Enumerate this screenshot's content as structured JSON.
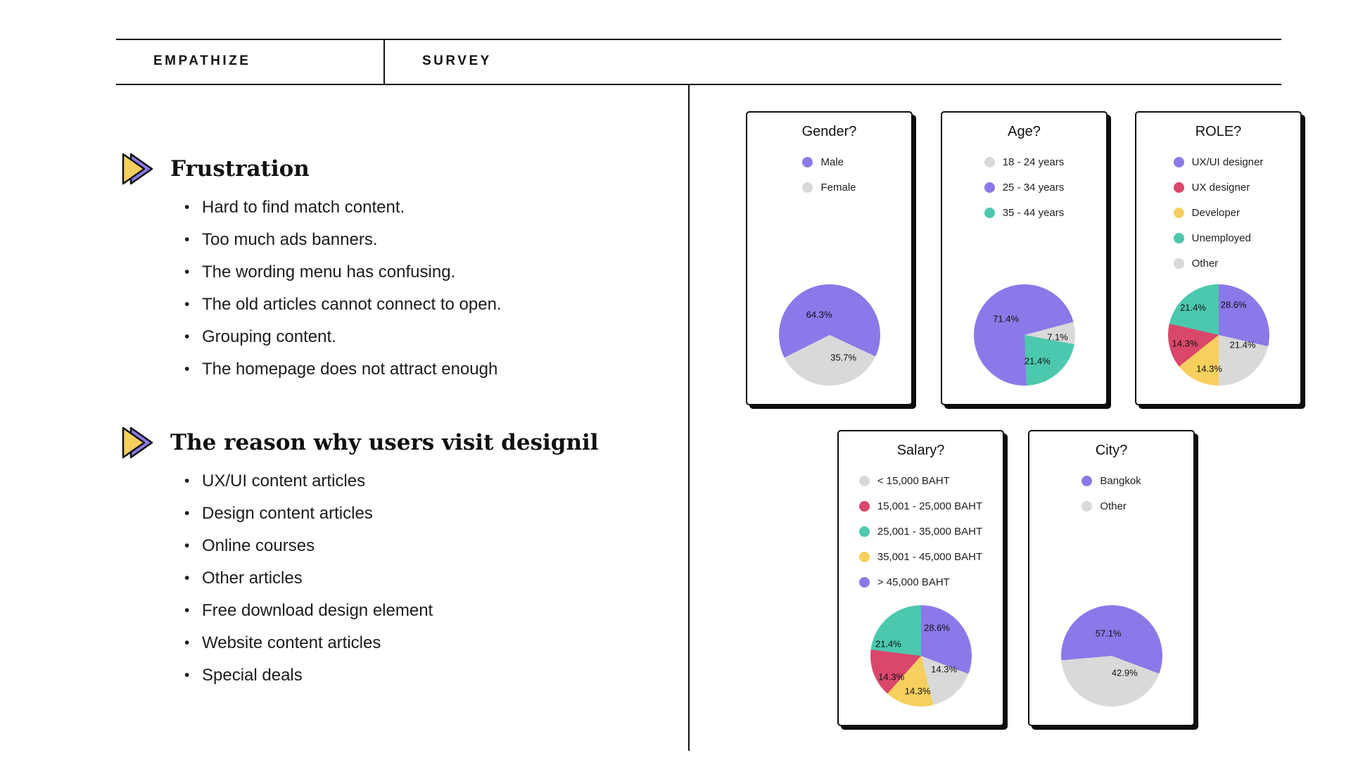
{
  "header": {
    "tabs": [
      {
        "label": "EMPATHIZE"
      },
      {
        "label": "SURVEY"
      }
    ]
  },
  "sections": [
    {
      "title": "Frustration",
      "items": [
        "Hard to find match content.",
        "Too much ads banners.",
        "The wording menu has confusing.",
        "The old articles cannot connect to open.",
        "Grouping content.",
        "The homepage does not attract enough"
      ]
    },
    {
      "title": "The reason why users visit designil",
      "items": [
        "UX/UI content articles",
        "Design content articles",
        "Online courses",
        "Other articles",
        "Free download design element",
        "Website content articles",
        "Special deals"
      ]
    }
  ],
  "colors": {
    "purple": "#8a79e8",
    "gray": "#d9d9d9",
    "teal": "#4cc8ae",
    "red": "#d9476b",
    "yellow": "#f6cf5e",
    "line": "#111111"
  },
  "chart_data": [
    {
      "type": "pie",
      "title": "Gender?",
      "legend_position": "top-left",
      "start_angle_deg": 115,
      "legend": [
        {
          "label": "Male",
          "color": "#8a79e8"
        },
        {
          "label": "Female",
          "color": "#d9d9d9"
        }
      ],
      "slices": [
        {
          "label": "Female",
          "value": 35.7,
          "pct_label": "35.7%",
          "color": "#d9d9d9",
          "label_x": 64,
          "label_y": 72
        },
        {
          "label": "Male",
          "value": 64.3,
          "pct_label": "64.3%",
          "color": "#8a79e8",
          "label_x": 40,
          "label_y": 30
        }
      ]
    },
    {
      "type": "pie",
      "title": "Age?",
      "legend_position": "top-left",
      "start_angle_deg": 75,
      "legend": [
        {
          "label": "18 - 24 years",
          "color": "#d9d9d9"
        },
        {
          "label": "25 - 34 years",
          "color": "#8a79e8"
        },
        {
          "label": "35 - 44 years",
          "color": "#4cc8ae"
        }
      ],
      "slices": [
        {
          "label": "18 - 24 years",
          "value": 7.1,
          "pct_label": "7.1%",
          "color": "#d9d9d9",
          "label_x": 83,
          "label_y": 52
        },
        {
          "label": "35 - 44 years",
          "value": 21.4,
          "pct_label": "21.4%",
          "color": "#4cc8ae",
          "label_x": 63,
          "label_y": 76
        },
        {
          "label": "25 - 34 years",
          "value": 71.4,
          "pct_label": "71.4%",
          "color": "#8a79e8",
          "label_x": 32,
          "label_y": 34
        }
      ]
    },
    {
      "type": "pie",
      "title": "ROLE?",
      "legend_position": "top-left",
      "start_angle_deg": 0,
      "legend": [
        {
          "label": "UX/UI designer",
          "color": "#8a79e8"
        },
        {
          "label": "UX designer",
          "color": "#d9476b"
        },
        {
          "label": "Developer",
          "color": "#f6cf5e"
        },
        {
          "label": "Unemployed",
          "color": "#4cc8ae"
        },
        {
          "label": "Other",
          "color": "#d9d9d9"
        }
      ],
      "slices": [
        {
          "label": "UX/UI designer",
          "value": 28.6,
          "pct_label": "28.6%",
          "color": "#8a79e8",
          "label_x": 65,
          "label_y": 20
        },
        {
          "label": "Other",
          "value": 21.4,
          "pct_label": "21.4%",
          "color": "#d9d9d9",
          "label_x": 74,
          "label_y": 60
        },
        {
          "label": "Developer",
          "value": 14.3,
          "pct_label": "14.3%",
          "color": "#f6cf5e",
          "label_x": 41,
          "label_y": 83
        },
        {
          "label": "UX designer",
          "value": 14.3,
          "pct_label": "14.3%",
          "color": "#d9476b",
          "label_x": 17,
          "label_y": 58
        },
        {
          "label": "Unemployed",
          "value": 21.4,
          "pct_label": "21.4%",
          "color": "#4cc8ae",
          "label_x": 25,
          "label_y": 23
        }
      ]
    },
    {
      "type": "pie",
      "title": "Salary?",
      "legend_position": "top-left",
      "start_angle_deg": 0,
      "legend": [
        {
          "label": "< 15,000 BAHT",
          "color": "#d9d9d9"
        },
        {
          "label": "15,001 - 25,000 BAHT",
          "color": "#d9476b"
        },
        {
          "label": "25,001 - 35,000 BAHT",
          "color": "#4cc8ae"
        },
        {
          "label": "35,001 - 45,000 BAHT",
          "color": "#f6cf5e"
        },
        {
          "label": "> 45,000 BAHT",
          "color": "#8a79e8"
        }
      ],
      "slices": [
        {
          "label": "> 45,000 BAHT",
          "value": 28.6,
          "pct_label": "28.6%",
          "color": "#8a79e8",
          "label_x": 66,
          "label_y": 22
        },
        {
          "label": "< 15,000 BAHT",
          "value": 14.3,
          "pct_label": "14.3%",
          "color": "#d9d9d9",
          "label_x": 73,
          "label_y": 63
        },
        {
          "label": "35,001 - 45,000 BAHT",
          "value": 14.3,
          "pct_label": "14.3%",
          "color": "#f6cf5e",
          "label_x": 47,
          "label_y": 85
        },
        {
          "label": "15,001 - 25,000 BAHT",
          "value": 14.3,
          "pct_label": "14.3%",
          "color": "#d9476b",
          "label_x": 21,
          "label_y": 71
        },
        {
          "label": "25,001 - 35,000 BAHT",
          "value": 21.4,
          "pct_label": "21.4%",
          "color": "#4cc8ae",
          "label_x": 18,
          "label_y": 38
        }
      ]
    },
    {
      "type": "pie",
      "title": "City?",
      "legend_position": "top-left",
      "start_angle_deg": 265,
      "legend": [
        {
          "label": "Bangkok",
          "color": "#8a79e8"
        },
        {
          "label": "Other",
          "color": "#d9d9d9"
        }
      ],
      "slices": [
        {
          "label": "Bangkok",
          "value": 57.1,
          "pct_label": "57.1%",
          "color": "#8a79e8",
          "label_x": 47,
          "label_y": 28
        },
        {
          "label": "Other",
          "value": 42.9,
          "pct_label": "42.9%",
          "color": "#d9d9d9",
          "label_x": 63,
          "label_y": 67
        }
      ]
    }
  ]
}
